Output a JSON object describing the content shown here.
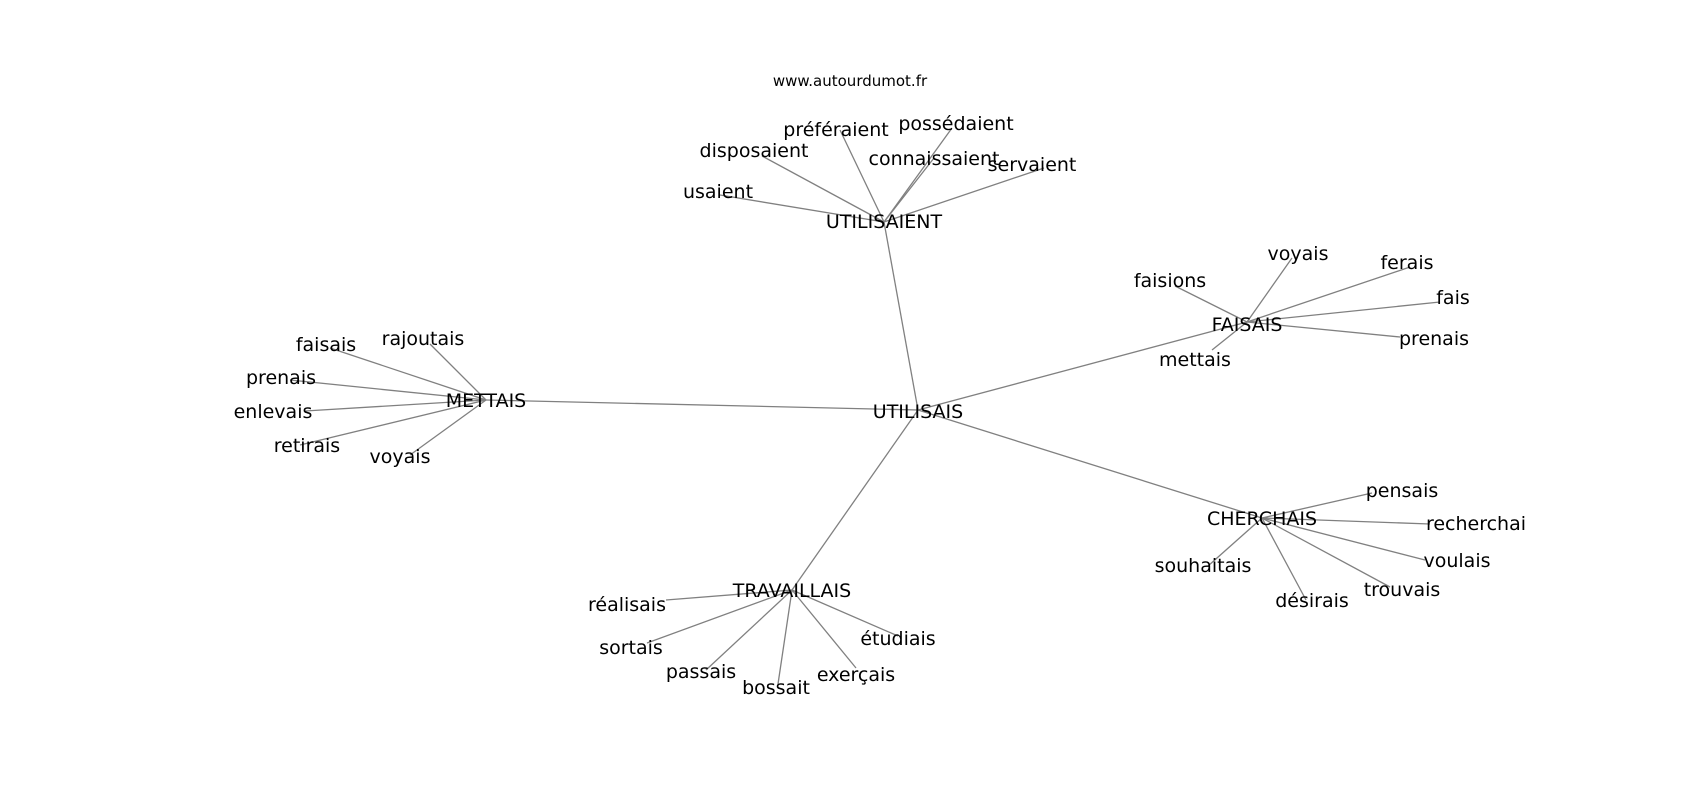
{
  "site": "www.autourdumot.fr",
  "colors": {
    "edge": "#808080",
    "text": "#000000",
    "background": "#ffffff"
  },
  "root": "UTILISAIS",
  "clusters": [
    {
      "hub": "UTILISAIENT",
      "leaves": [
        "préféraient",
        "possédaient",
        "disposaient",
        "connaissaient",
        "servaient",
        "usaient"
      ]
    },
    {
      "hub": "FAISAIS",
      "leaves": [
        "voyais",
        "ferais",
        "faisions",
        "fais",
        "prenais",
        "mettais"
      ]
    },
    {
      "hub": "METTAIS",
      "leaves": [
        "rajoutais",
        "faisais",
        "prenais",
        "enlevais",
        "retirais",
        "voyais"
      ]
    },
    {
      "hub": "CHERCHAIS",
      "leaves": [
        "pensais",
        "recherchai",
        "voulais",
        "souhaitais",
        "trouvais",
        "désirais"
      ]
    },
    {
      "hub": "TRAVAILLAIS",
      "leaves": [
        "réalisais",
        "étudiais",
        "sortais",
        "passais",
        "exerçais",
        "bossait"
      ]
    }
  ]
}
